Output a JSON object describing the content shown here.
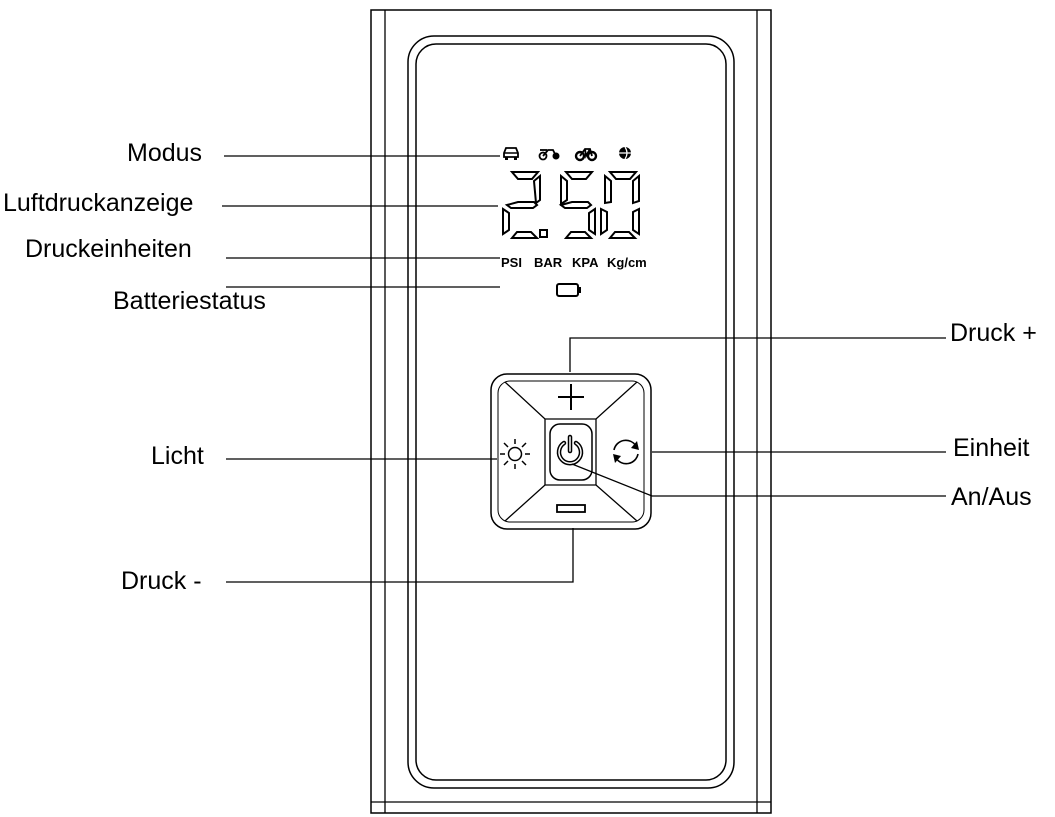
{
  "callouts": {
    "modus": "Modus",
    "luftdruckanzeige": "Luftdruckanzeige",
    "druckeinheiten": "Druckeinheiten",
    "batteriestatus": "Batteriestatus",
    "druck_plus": "Druck +",
    "licht": "Licht",
    "einheit": "Einheit",
    "an_aus": "An/Aus",
    "druck_minus": "Druck -"
  },
  "display": {
    "digit1": "2",
    "decimal_point": ".",
    "digit2": "5",
    "digit3": "0",
    "reading": "2.50"
  },
  "units": [
    "PSI",
    "BAR",
    "KPA",
    "Kg/cm"
  ],
  "mode_icons": [
    "car-icon",
    "motorcycle-icon",
    "bicycle-icon",
    "ball-icon"
  ],
  "buttons": {
    "plus": "+",
    "minus": "−",
    "light_icon": "sun-icon",
    "power_icon": "power-icon",
    "unit_icon": "cycle-arrows-icon"
  },
  "colors": {
    "line": "#000000",
    "background": "#ffffff"
  }
}
